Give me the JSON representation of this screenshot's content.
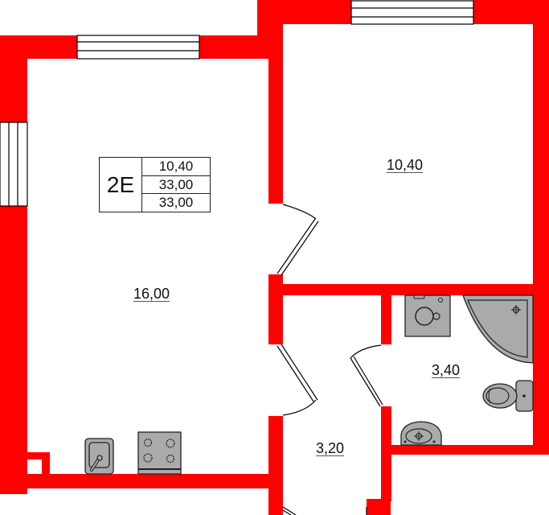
{
  "plan": {
    "colors": {
      "wall": "#ff0000",
      "fixture_fill": "#aaaaaa",
      "fixture_stroke": "#222222",
      "background": "#ffffff"
    },
    "apartment_badge": {
      "code": "2E",
      "living_area": "10,40",
      "total_area": "33,00",
      "total_area_2": "33,00"
    },
    "rooms": [
      {
        "id": "kitchen-living",
        "area": "16,00"
      },
      {
        "id": "bedroom",
        "area": "10,40"
      },
      {
        "id": "hallway",
        "area": "3,20"
      },
      {
        "id": "bathroom",
        "area": "3,40"
      }
    ],
    "fixtures": [
      "kitchen-sink-icon",
      "stove-icon",
      "washing-machine-icon",
      "corner-shower-icon",
      "toilet-icon",
      "washbasin-icon"
    ]
  }
}
